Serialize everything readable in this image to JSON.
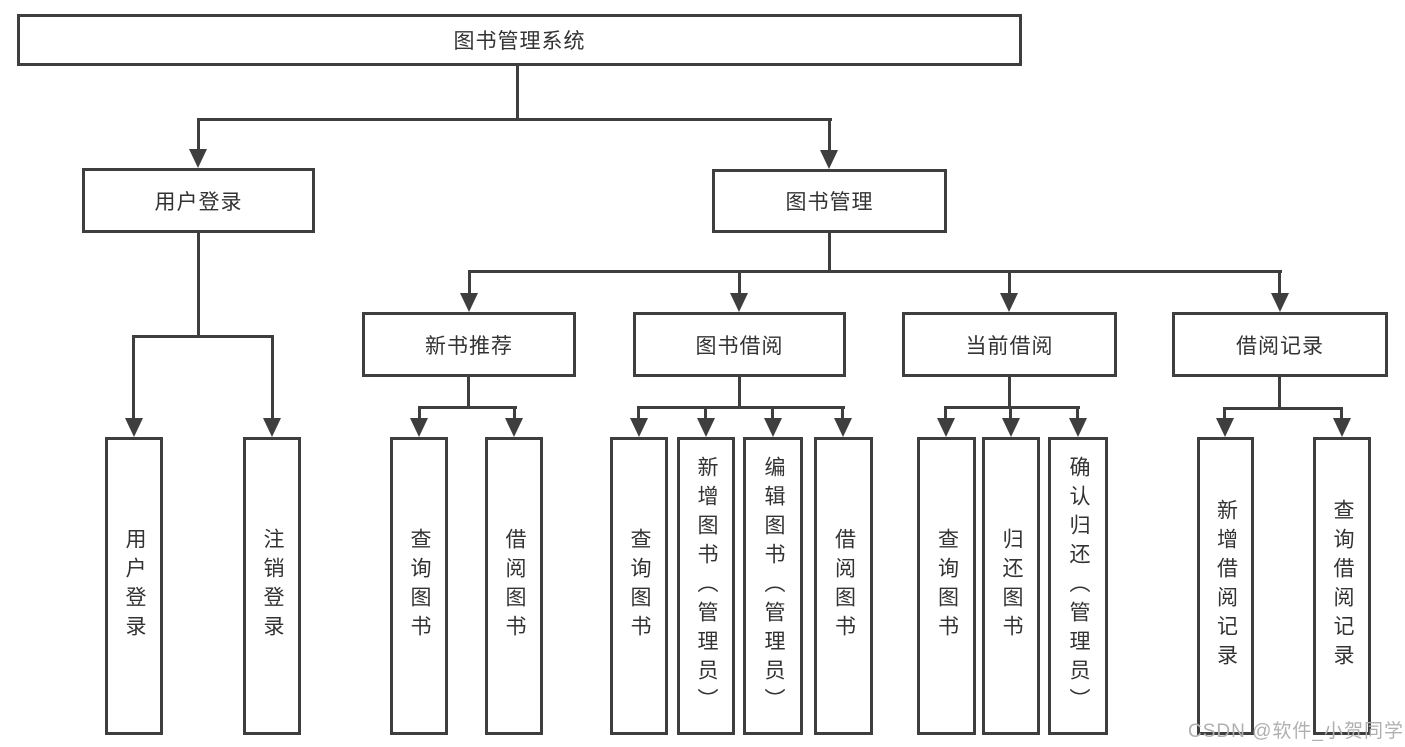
{
  "tree": {
    "label": "图书管理系统",
    "children": [
      {
        "label": "用户登录",
        "children": [
          {
            "label": "用户登录"
          },
          {
            "label": "注销登录"
          }
        ]
      },
      {
        "label": "图书管理",
        "children": [
          {
            "label": "新书推荐",
            "children": [
              {
                "label": "查询图书"
              },
              {
                "label": "借阅图书"
              }
            ]
          },
          {
            "label": "图书借阅",
            "children": [
              {
                "label": "查询图书"
              },
              {
                "label": "新增图书（管理员）"
              },
              {
                "label": "编辑图书（管理员）"
              },
              {
                "label": "借阅图书"
              }
            ]
          },
          {
            "label": "当前借阅",
            "children": [
              {
                "label": "查询图书"
              },
              {
                "label": "归还图书"
              },
              {
                "label": "确认归还（管理员）"
              }
            ]
          },
          {
            "label": "借阅记录",
            "children": [
              {
                "label": "新增借阅记录"
              },
              {
                "label": "查询借阅记录"
              }
            ]
          }
        ]
      }
    ]
  },
  "watermark": "CSDN @软件_小贺同学",
  "colors": {
    "line": "#3e3e3e",
    "text": "#333333",
    "background": "#ffffff",
    "watermark": "#b0b0b0"
  }
}
